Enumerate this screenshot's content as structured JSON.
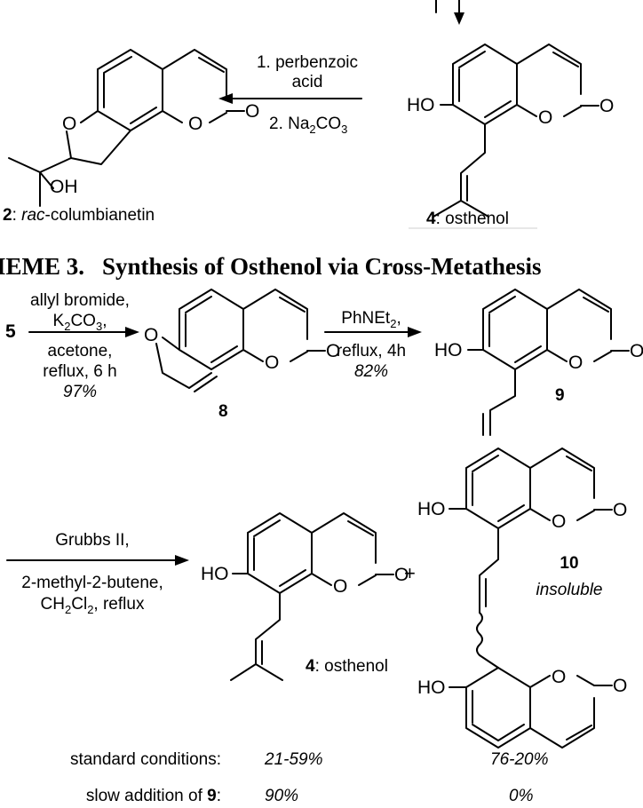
{
  "top_reaction": {
    "conditions_line1": "1. perbenzoic",
    "conditions_line2": "acid",
    "conditions_line3_prefix": "2. Na",
    "conditions_line3_sub": "2",
    "conditions_line3_suffix": "CO",
    "conditions_line3_sub2": "3",
    "product_number": "2",
    "product_name": "rac",
    "product_name_rest": "-columbianetin",
    "reactant_number": "4",
    "reactant_name": ": osthenol"
  },
  "scheme_title": {
    "prefix": "IEME 3.",
    "text": "Synthesis of Osthenol via Cross-Metathesis"
  },
  "step1": {
    "start_compound": "5",
    "reagent1": "allyl bromide,",
    "reagent2_prefix": "K",
    "reagent2_sub": "2",
    "reagent2_suffix": "CO",
    "reagent2_sub2": "3",
    "reagent2_end": ",",
    "solvent": "acetone,",
    "time": "reflux, 6 h",
    "yield": "97%",
    "product_number": "8"
  },
  "step2": {
    "reagent_prefix": "PhNEt",
    "reagent_sub": "2",
    "reagent_end": ",",
    "time": "reflux, 4h",
    "yield": "82%",
    "product_number": "9"
  },
  "step3": {
    "catalyst": "Grubbs II,",
    "reagent": "2-methyl-2-butene,",
    "solvent_prefix": "CH",
    "solvent_sub": "2",
    "solvent_mid": "Cl",
    "solvent_sub2": "2",
    "solvent_end": ", reflux",
    "product_number": "4",
    "product_name": ": osthenol",
    "plus": "+",
    "dimer_number": "10",
    "dimer_note": "insoluble"
  },
  "atoms": {
    "O": "O",
    "OH": "OH",
    "HO": "HO"
  },
  "results": {
    "row1_label": "standard conditions:",
    "row1_osthenol": "21-59%",
    "row1_dimer": "76-20%",
    "row2_label_prefix": "slow addition of ",
    "row2_label_bold": "9",
    "row2_label_suffix": ":",
    "row2_osthenol": "90%",
    "row2_dimer": "0%"
  }
}
